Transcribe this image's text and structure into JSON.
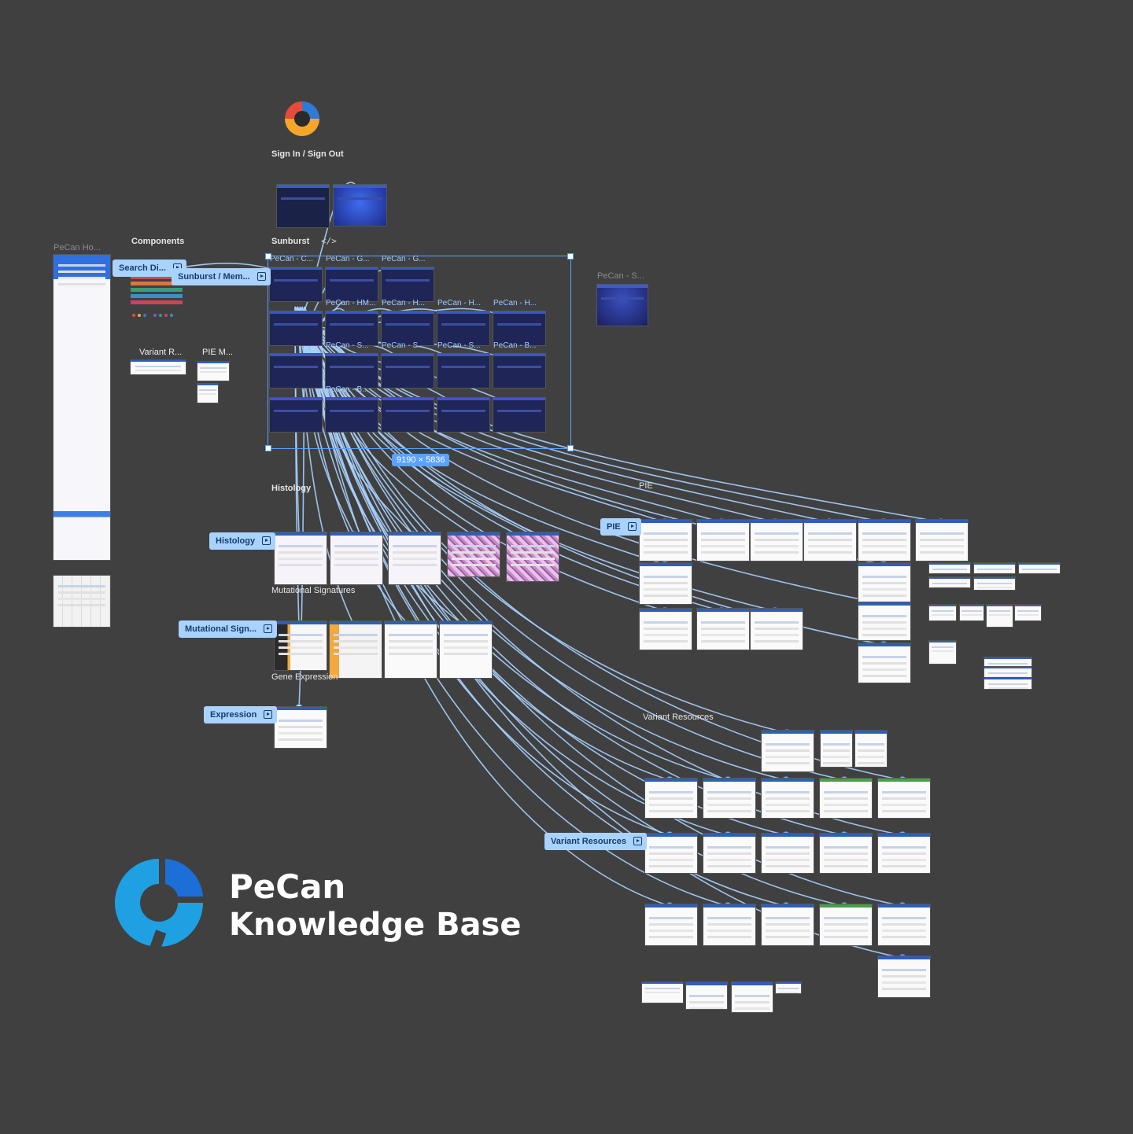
{
  "canvas": {
    "background": "#404040",
    "connector_color": "#a9d2ff"
  },
  "sections": {
    "sign_in": "Sign In / Sign Out",
    "components": "Components",
    "sunburst": "Sunburst",
    "histology": "Histology",
    "mutational_signatures": "Mutational Signatures",
    "gene_expression": "Gene Expression",
    "pie": "PIE",
    "variant_resources": "Variant Resources"
  },
  "frame_titles": {
    "pecan_home": "PeCan Ho...",
    "pecan_s": "PeCan - S...",
    "variant_r": "Variant R...",
    "pie_m": "PIE M...",
    "grid": [
      "PeCan - C...",
      "PeCan - G...",
      "PeCan - G...",
      "PeCan - HM...",
      "PeCan - H...",
      "PeCan - H...",
      "PeCan - H...",
      "PeCan - S...",
      "PeCan - S...",
      "PeCan - S...",
      "PeCan - B...",
      "PeCan - B..."
    ]
  },
  "flow_tags": {
    "search": "Search Di...",
    "sunburst": "Sunburst / Mem...",
    "histology": "Histology",
    "mutational": "Mutational Sign...",
    "expression": "Expression",
    "pie": "PIE",
    "variant": "Variant Resources"
  },
  "selection": {
    "dimensions": "9190 × 5836"
  },
  "logo": {
    "line1": "PeCan",
    "line2": "Knowledge Base",
    "colors": [
      "#1f9fe0",
      "#1c6fd6"
    ]
  },
  "icons": [
    "play-flow-icon",
    "code-icon",
    "sunburst-logo-icon",
    "pecan-logo-icon"
  ]
}
